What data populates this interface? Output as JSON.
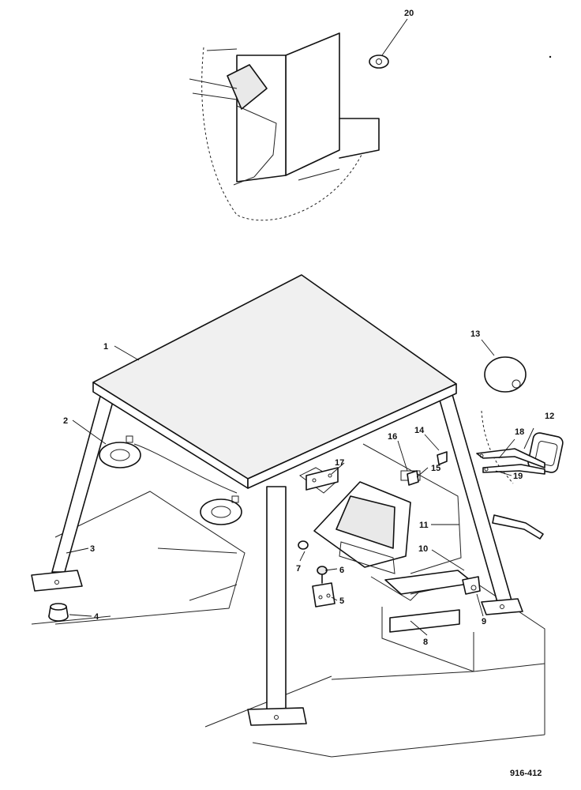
{
  "callouts": [
    "1",
    "2",
    "3",
    "4",
    "5",
    "6",
    "7",
    "8",
    "9",
    "10",
    "11",
    "12",
    "13",
    "14",
    "15",
    "16",
    "17",
    "18",
    "19",
    "20"
  ],
  "figure_id": "916-412"
}
